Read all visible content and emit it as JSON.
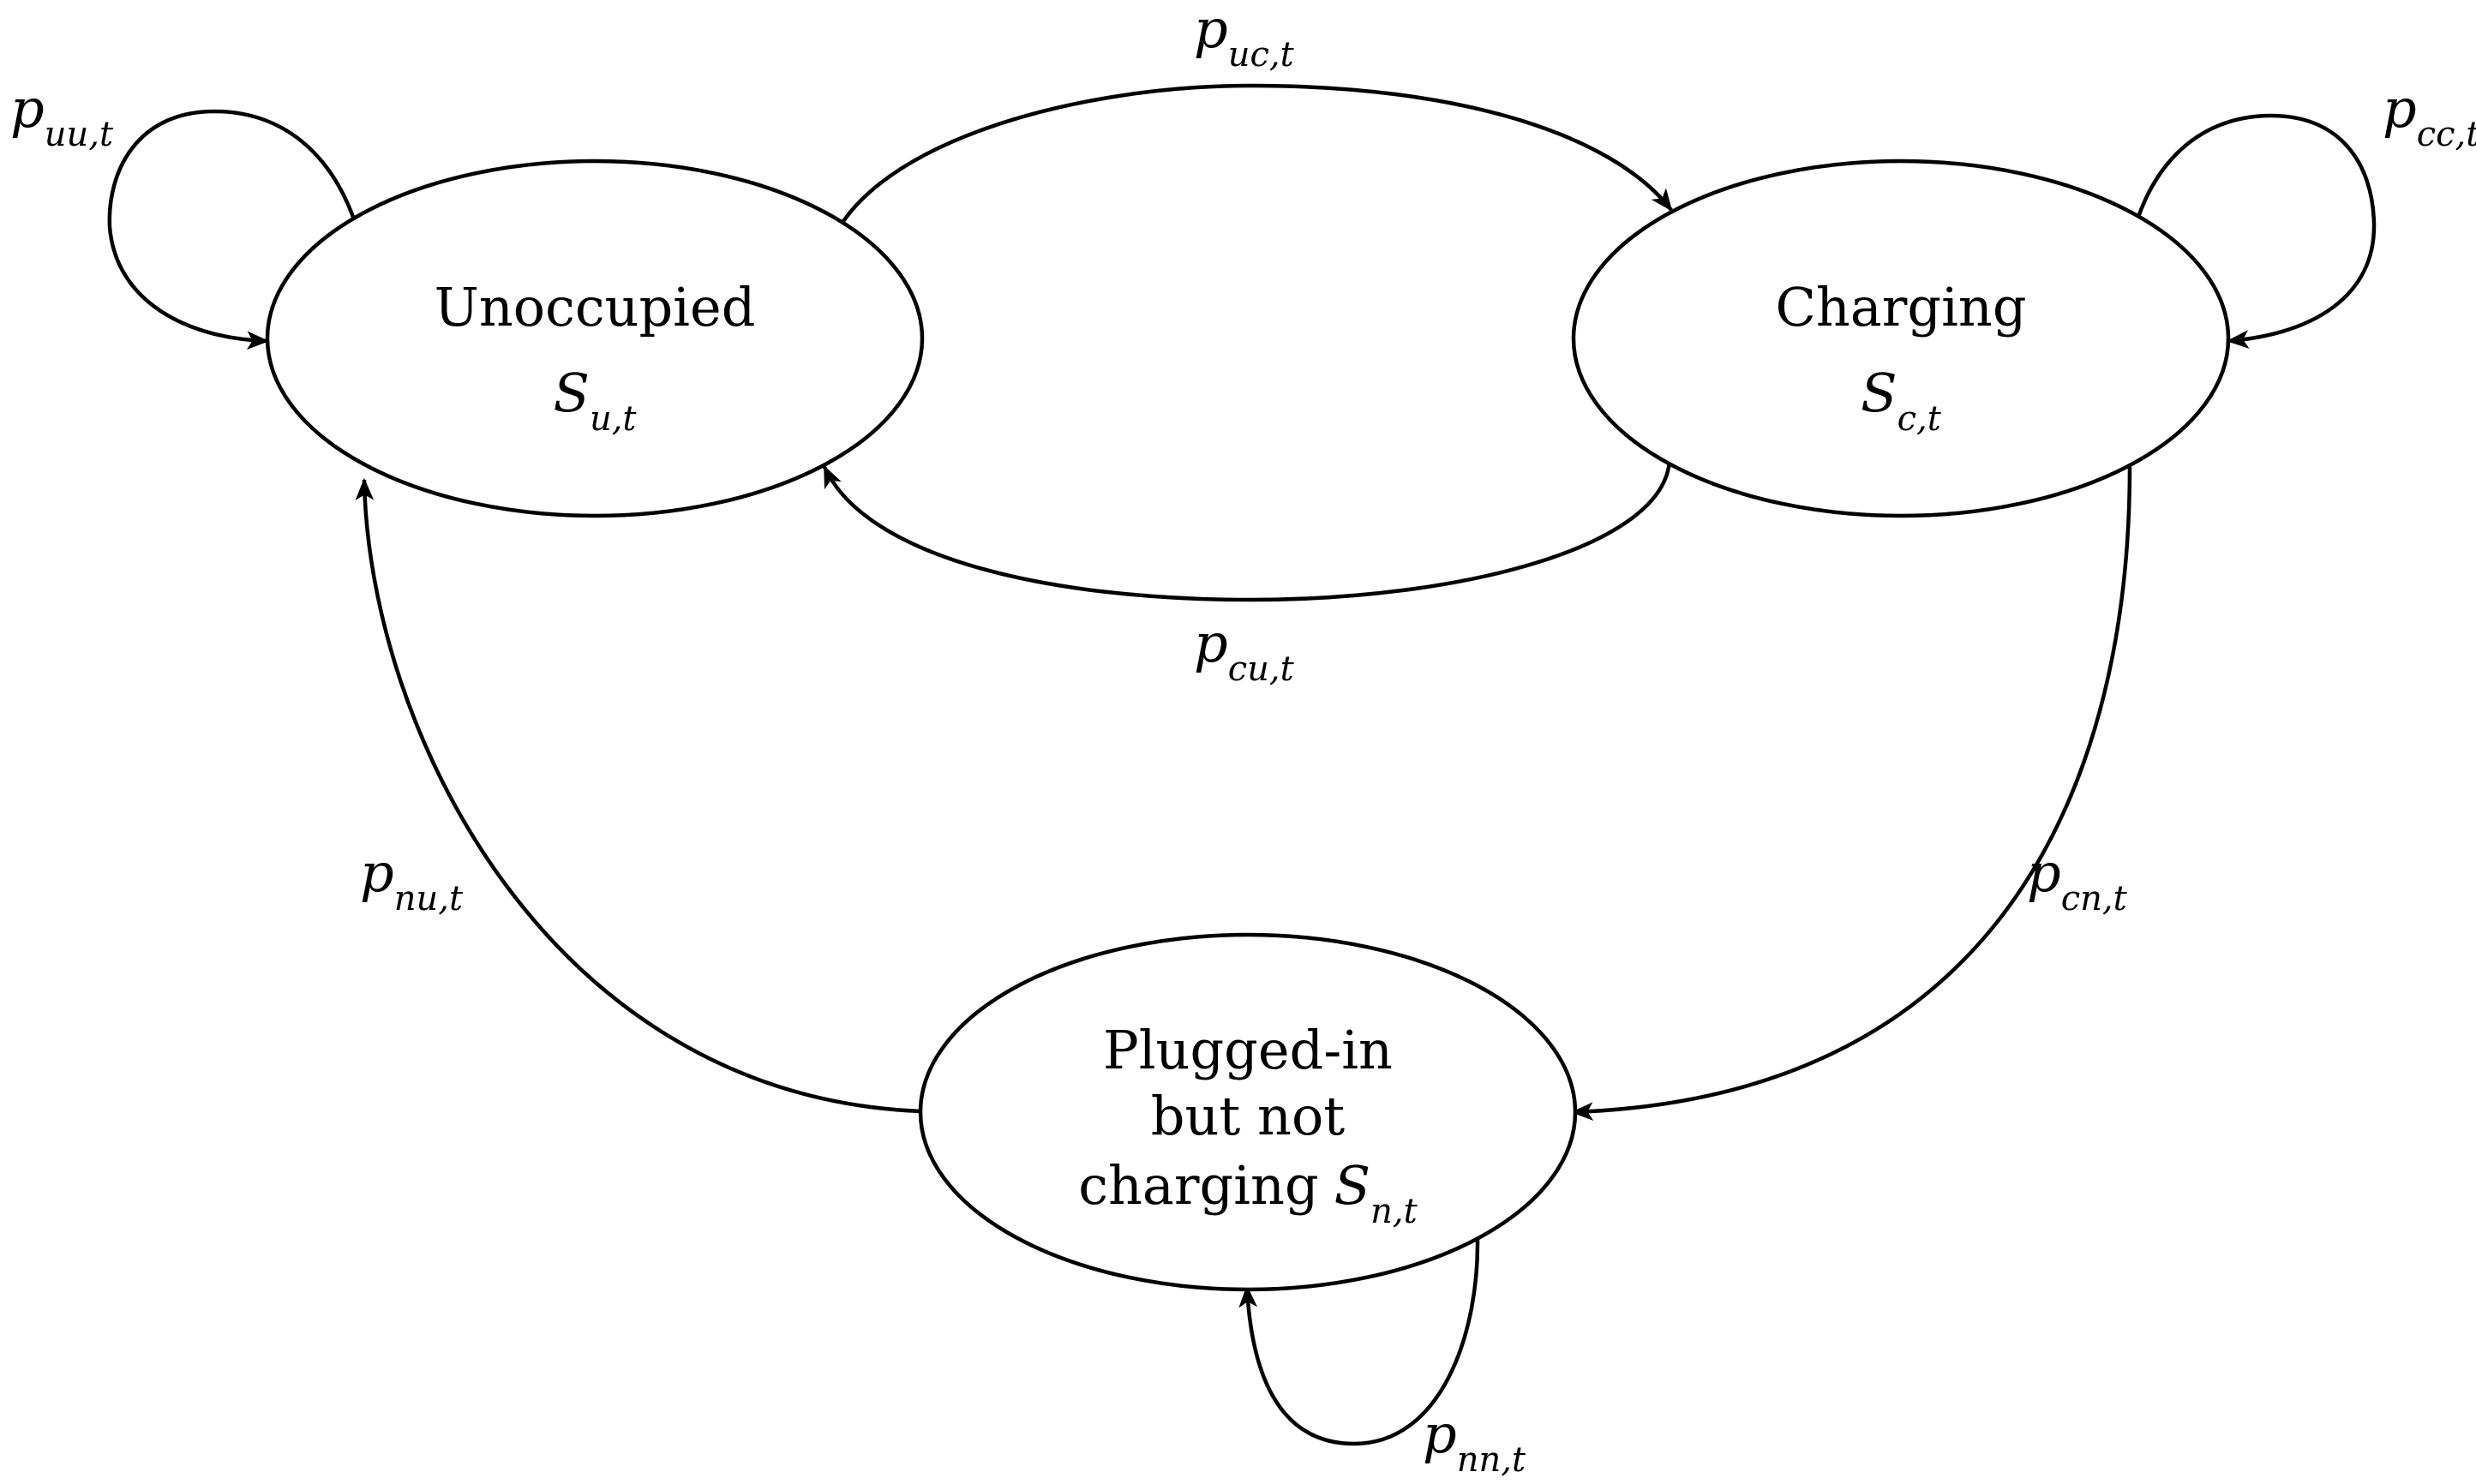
{
  "states": {
    "unoccupied": {
      "name": "Unoccupied",
      "symbol": "S",
      "subscript": "u,t"
    },
    "charging": {
      "name": "Charging",
      "symbol": "S",
      "subscript": "c,t"
    },
    "plugged": {
      "line1": "Plugged-in",
      "line2": "but not",
      "line3": "charging",
      "symbol": "S",
      "subscript": "n,t"
    }
  },
  "transitions": {
    "uu": {
      "symbol": "p",
      "subscript": "uu,t"
    },
    "uc": {
      "symbol": "p",
      "subscript": "uc,t"
    },
    "cc": {
      "symbol": "p",
      "subscript": "cc,t"
    },
    "cu": {
      "symbol": "p",
      "subscript": "cu,t"
    },
    "nu": {
      "symbol": "p",
      "subscript": "nu,t"
    },
    "cn": {
      "symbol": "p",
      "subscript": "cn,t"
    },
    "nn": {
      "symbol": "p",
      "subscript": "nn,t"
    }
  }
}
